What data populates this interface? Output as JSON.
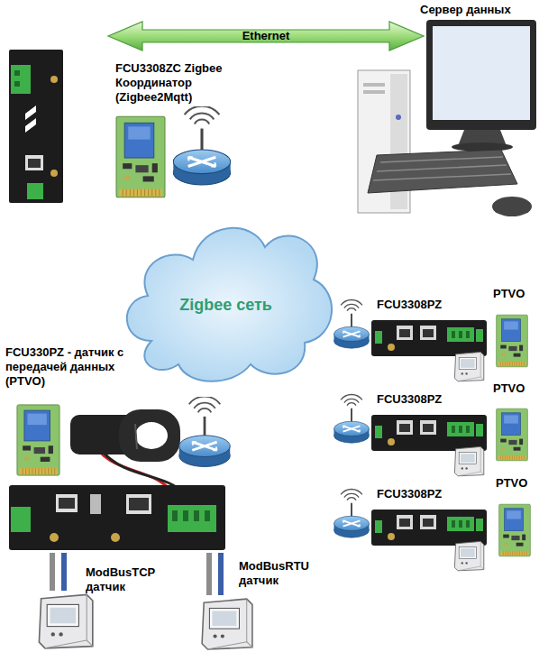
{
  "diagram": {
    "nodes": [
      {
        "text": [
          "FCU3308ZC Zigbee Координатор (Zigbee2Mqtt)"
        ]
      },
      {
        "text": [
          "Сервер данных"
        ]
      },
      {
        "text": [
          "Zigbee сеть"
        ]
      },
      {
        "text": [
          "FCU3308PZ"
        ]
      },
      {
        "text": [
          "PTVO"
        ]
      },
      {
        "text": [
          "FCU330PZ - датчик с передачей данных (PTVO)"
        ]
      },
      {
        "text": [
          "FCU3308PZ"
        ]
      },
      {
        "text": [
          "PTVO"
        ]
      },
      {
        "text": [
          "FCU3308PZ"
        ]
      },
      {
        "text": [
          "PTVO"
        ]
      },
      {
        "text": [
          "ModBusTCP датчик"
        ]
      },
      {
        "text": [
          "ModBusRTU датчик"
        ]
      }
    ],
    "edges": [
      {
        "from": 0,
        "to": 1,
        "label": "Ethernet",
        "arrow": "both"
      },
      {
        "from": 5,
        "to": 10,
        "arrow": "none"
      },
      {
        "from": 5,
        "to": 11,
        "arrow": "none"
      }
    ]
  }
}
